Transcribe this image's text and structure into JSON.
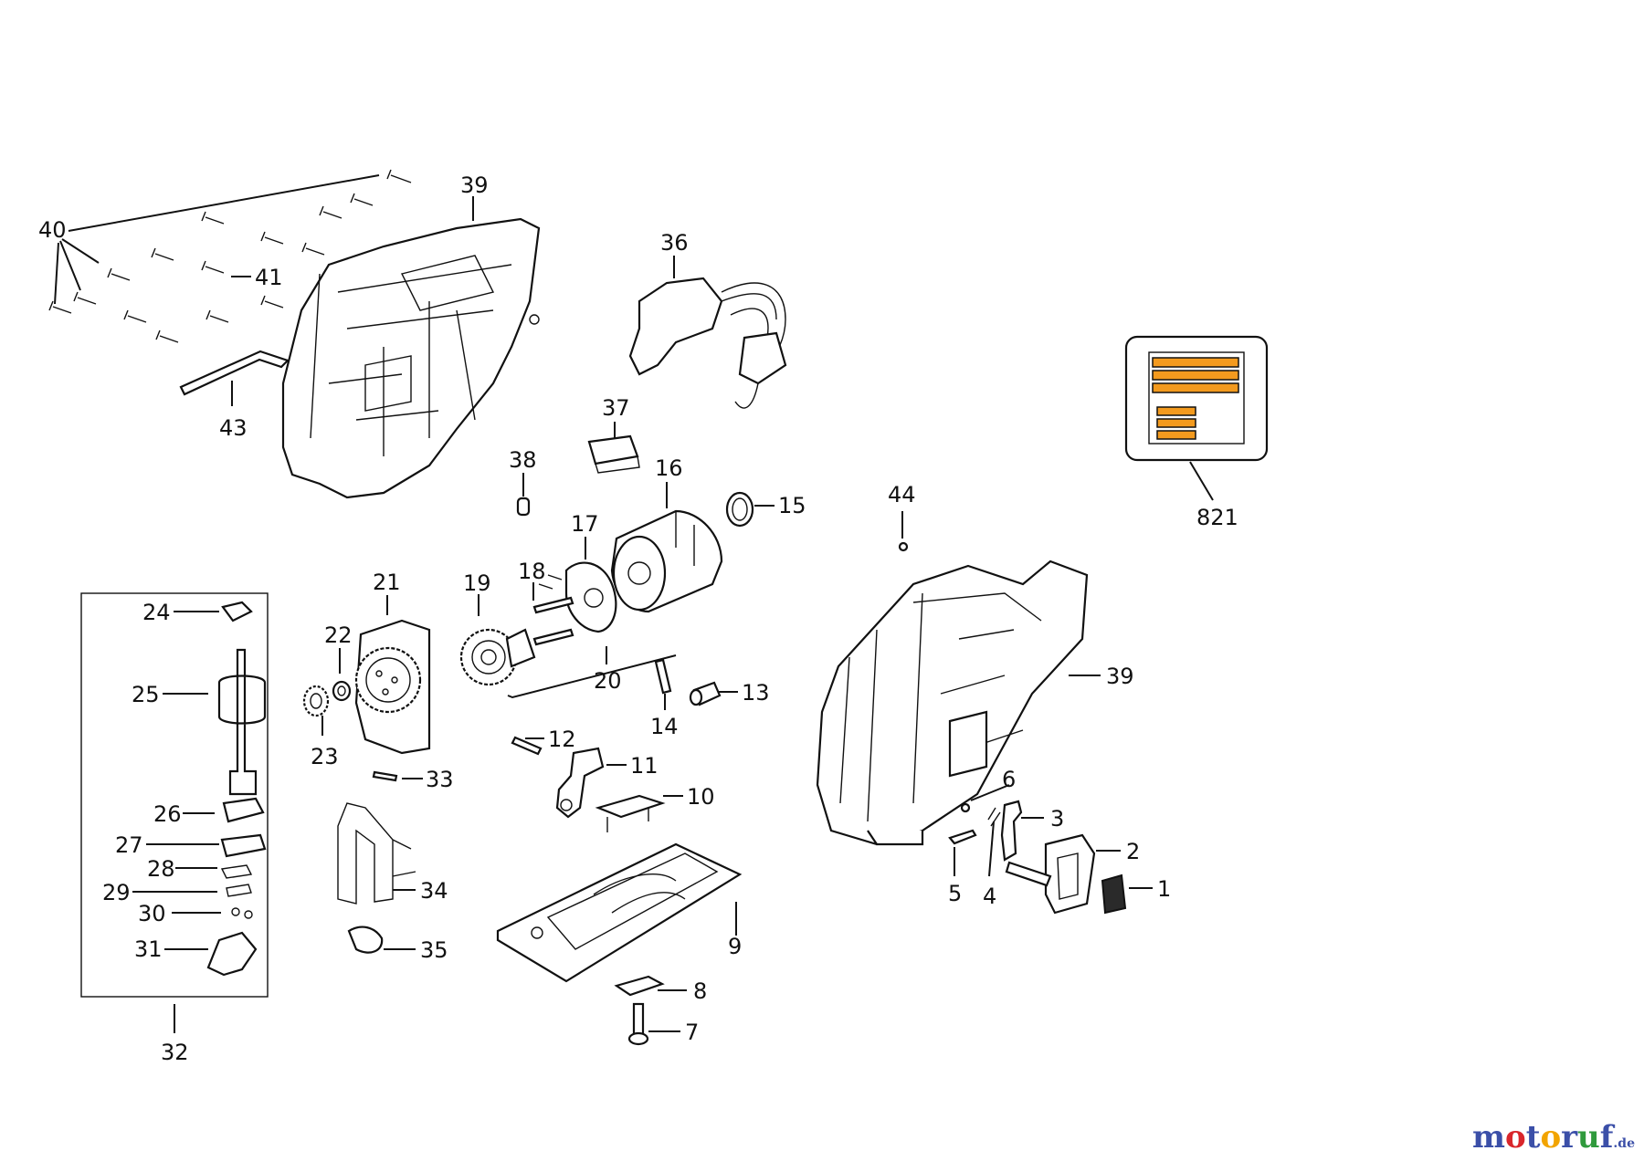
{
  "callouts": [
    "1",
    "2",
    "3",
    "4",
    "5",
    "6",
    "7",
    "8",
    "9",
    "10",
    "11",
    "12",
    "13",
    "14",
    "15",
    "16",
    "17",
    "18",
    "19",
    "20",
    "21",
    "22",
    "23",
    "24",
    "25",
    "26",
    "27",
    "28",
    "29",
    "30",
    "31",
    "32",
    "33",
    "34",
    "35",
    "36",
    "37",
    "38",
    "39",
    "39",
    "40",
    "41",
    "43",
    "44",
    "821"
  ],
  "watermark": {
    "letters": [
      "m",
      "o",
      "t",
      "o",
      "r",
      "u",
      "f"
    ],
    "colors": [
      "#3b4fa8",
      "#d9262b",
      "#3b4fa8",
      "#f2a400",
      "#3b4fa8",
      "#2f9a3c",
      "#3b4fa8"
    ],
    "suffix": ".de"
  },
  "colors": {
    "label_stripes": "#f39a1e",
    "ink": "#111111"
  }
}
